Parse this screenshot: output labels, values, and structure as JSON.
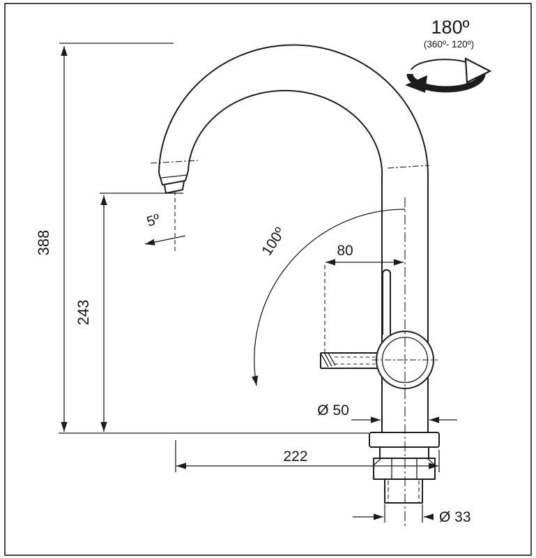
{
  "drawing": {
    "labels": {
      "total_height": "388",
      "spout_height": "243",
      "reach": "222",
      "lever_offset": "80",
      "body_diameter": "Ø 50",
      "shank_diameter": "Ø 33",
      "rotation_angle": "180º",
      "rotation_range": "(360º- 120º)",
      "lever_swing_angle": "100º",
      "spout_tilt_angle": "5º"
    }
  }
}
